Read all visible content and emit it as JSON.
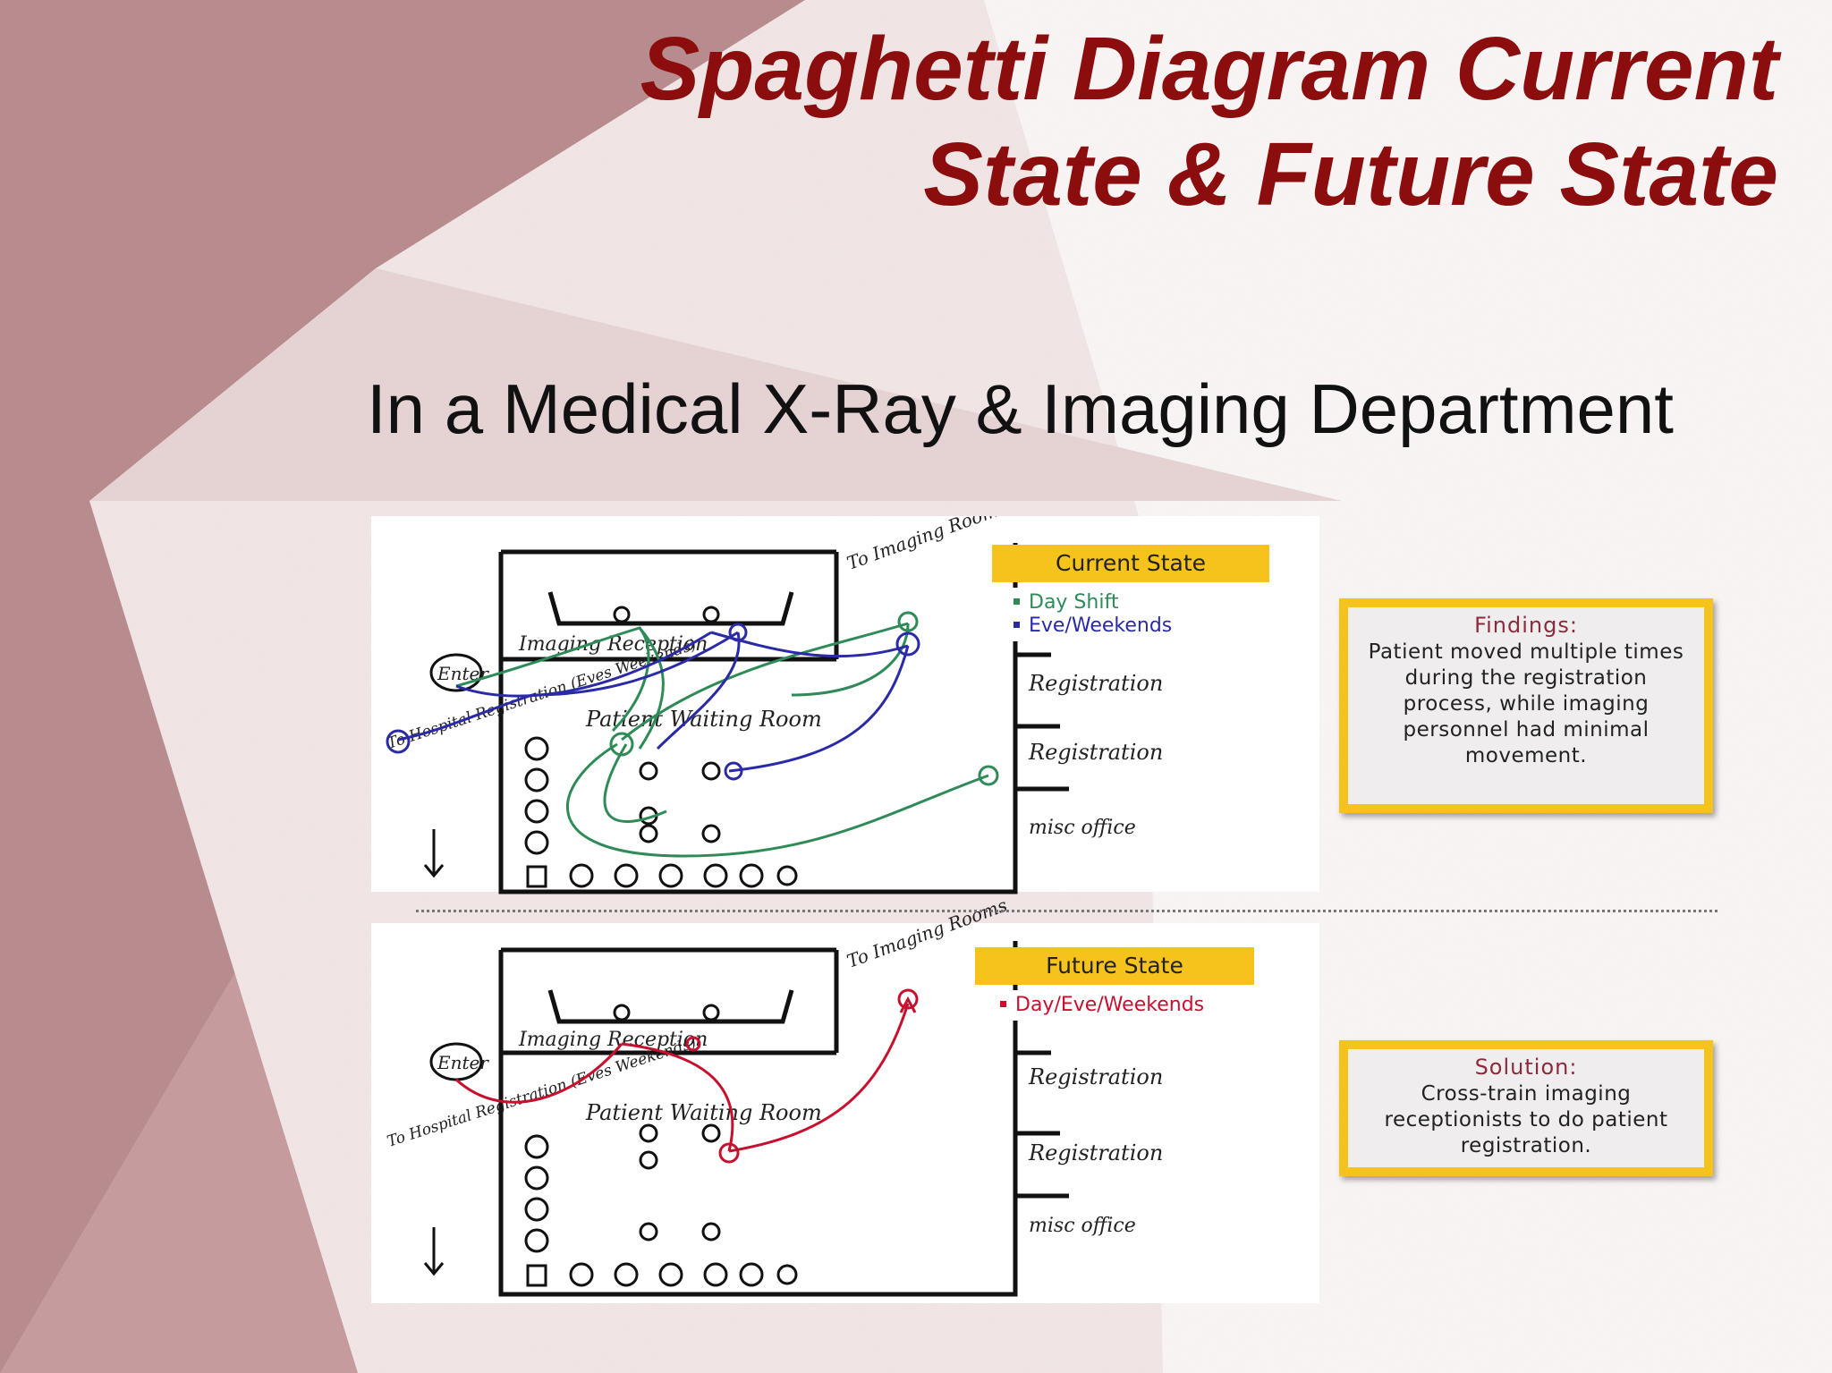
{
  "slide": {
    "title": "Spaghetti Diagram Current State & Future State",
    "subtitle": "In a Medical X-Ray & Imaging Department"
  },
  "current": {
    "tag": "Current State",
    "legend": [
      {
        "label": "Day Shift",
        "color": "#2e8b57"
      },
      {
        "label": "Eve/Weekends",
        "color": "#2a2aa8"
      }
    ],
    "findings_head": "Findings:",
    "findings_body": "Patient moved multiple times during the registration process, while imaging personnel had minimal movement."
  },
  "future": {
    "tag": "Future State",
    "legend": [
      {
        "label": "Day/Eve/Weekends",
        "color": "#c8102e"
      }
    ],
    "solution_head": "Solution:",
    "solution_body": "Cross-train imaging receptionists to do patient registration."
  },
  "sketch_labels": {
    "to_imaging": "To Imaging Rooms",
    "imaging_reception": "Imaging Reception",
    "enter": "Enter",
    "registration": "Registration",
    "patient_waiting": "Patient Waiting Room",
    "to_hospital": "To Hospital Registration (Eves Weekends)",
    "misc": "misc office"
  },
  "colors": {
    "title": "#8b0d0d",
    "accent": "#f6c21c",
    "day_shift": "#2e8b57",
    "eve_weekends": "#2a2aa8",
    "future_path": "#c8102e"
  }
}
